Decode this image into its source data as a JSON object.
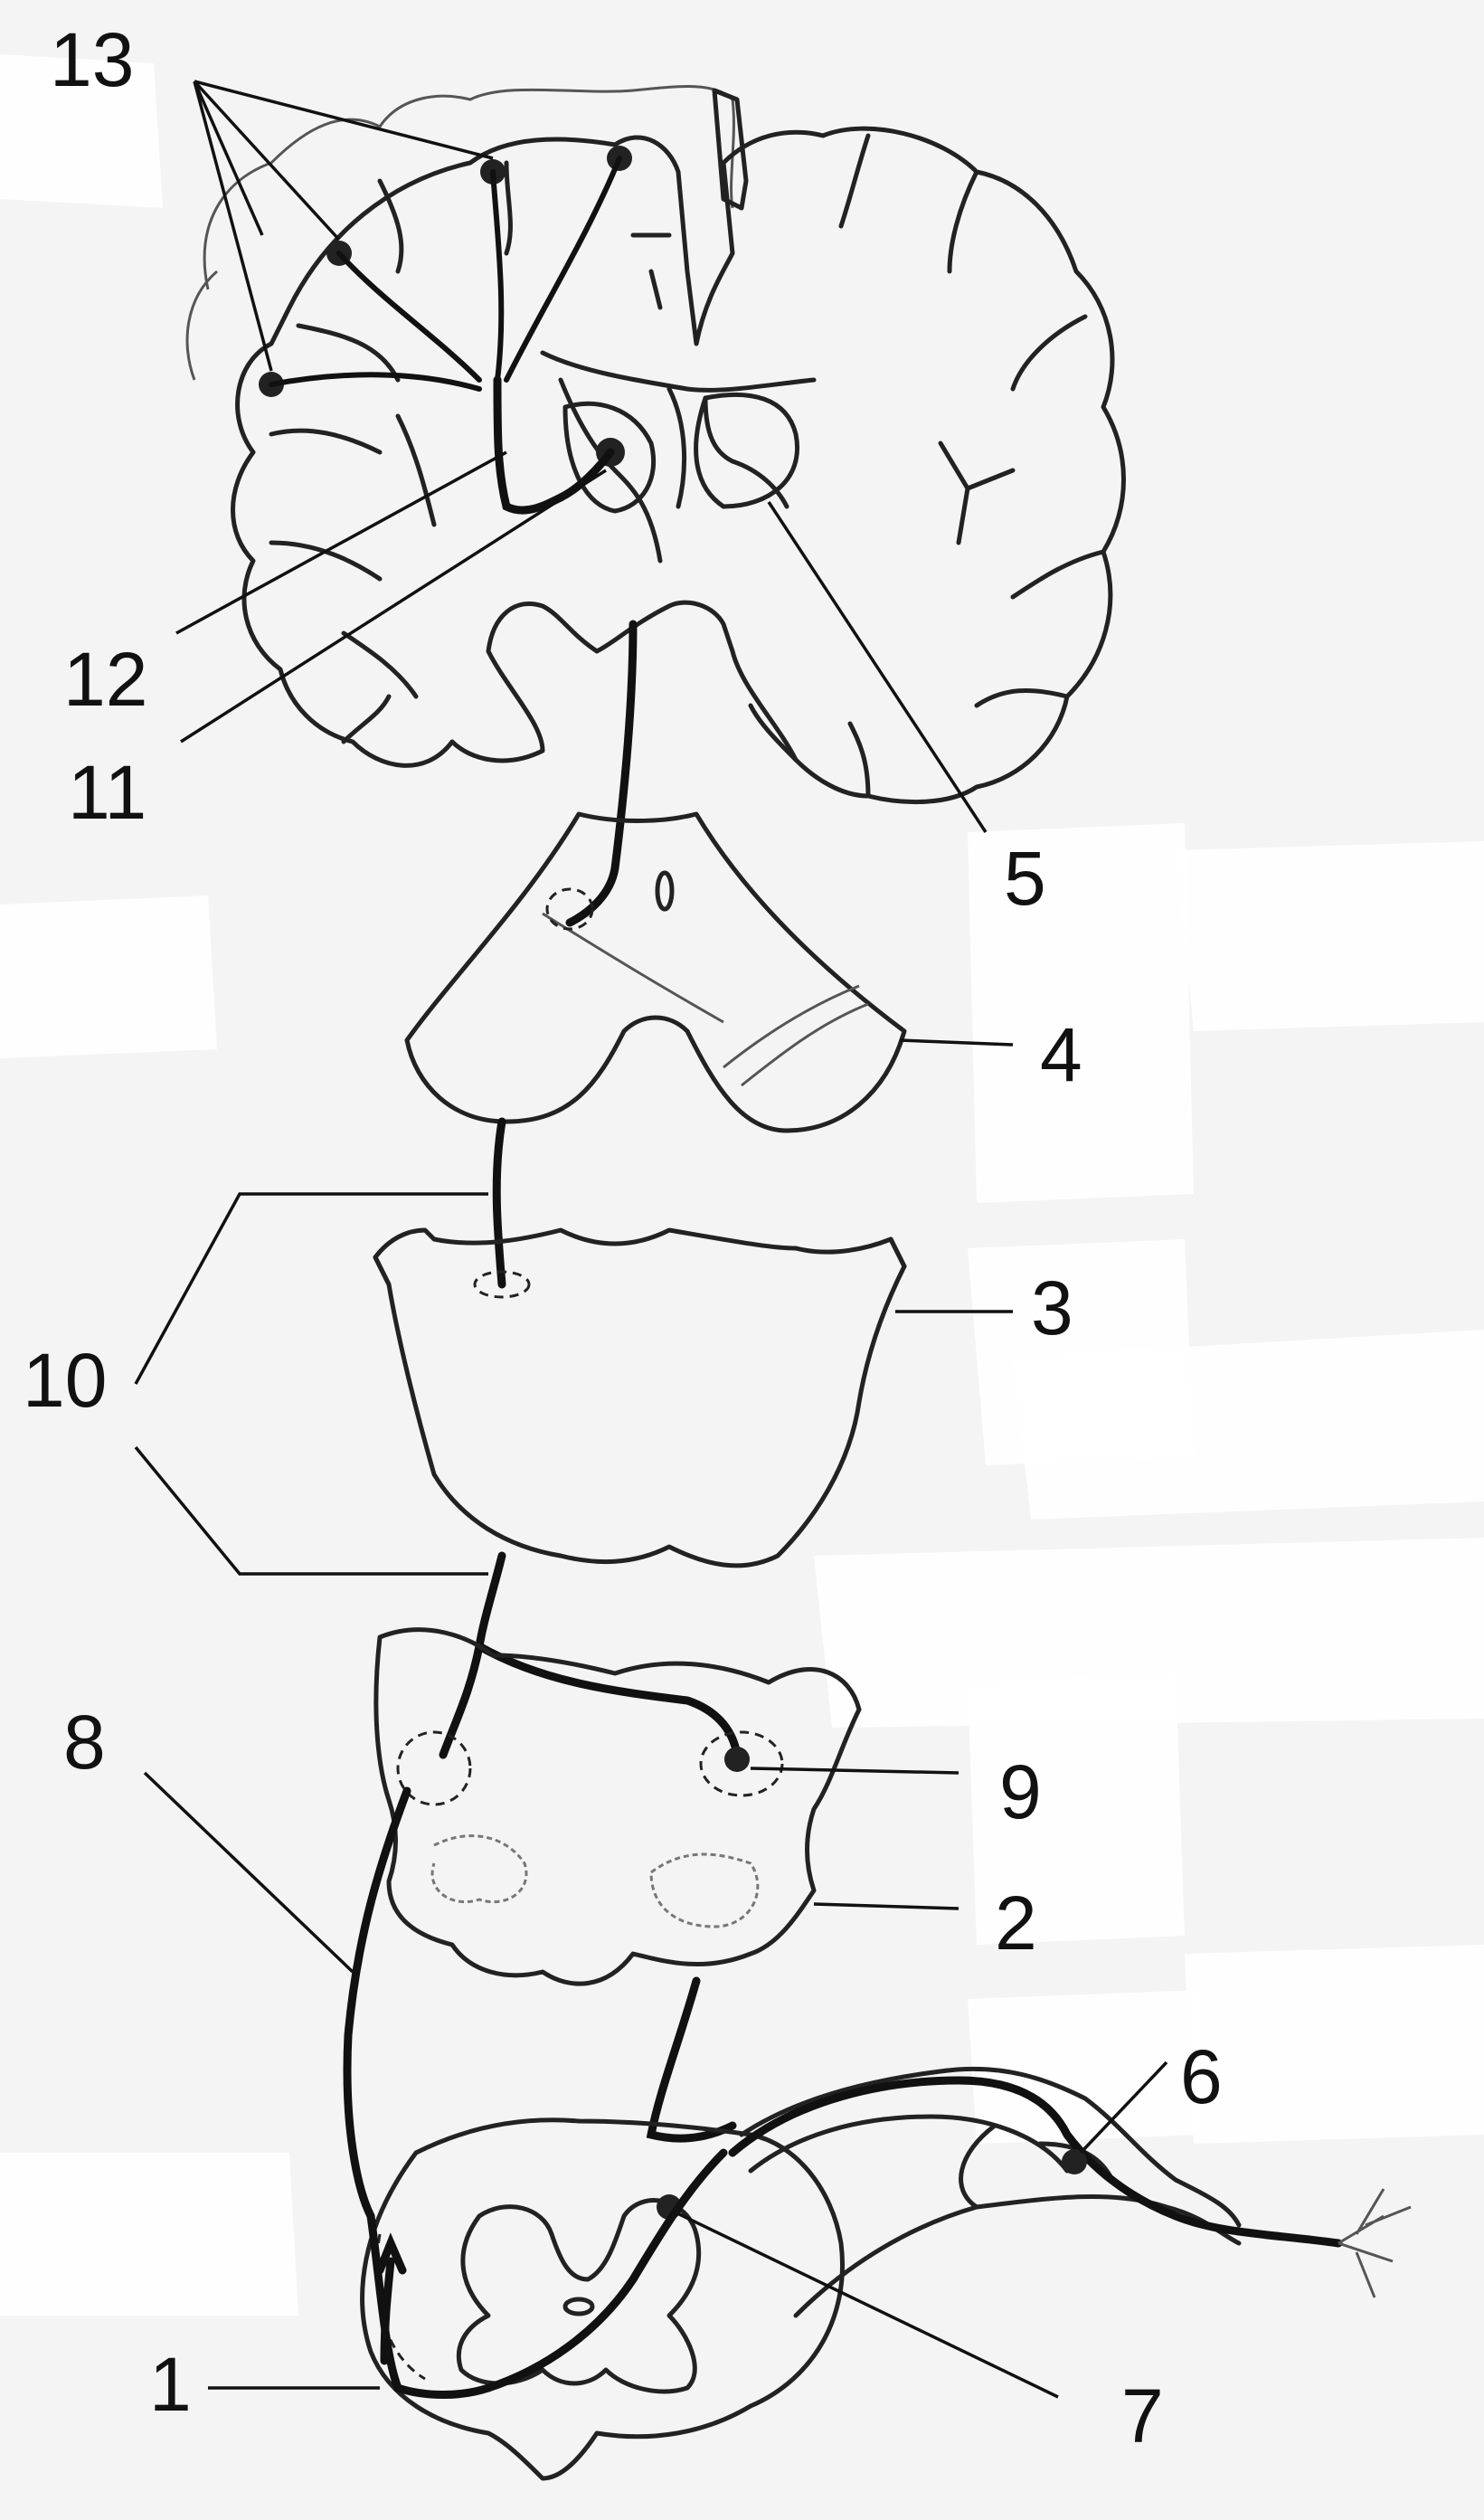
{
  "labels": {
    "l1": "1",
    "l2": "2",
    "l3": "3",
    "l4": "4",
    "l5": "5",
    "l6": "6",
    "l7": "7",
    "l8": "8",
    "l9": "9",
    "l10": "10",
    "l11": "11",
    "l12": "12",
    "l13": "13"
  },
  "colors": {
    "background": "#f4f4f4",
    "ink": "#111111"
  }
}
